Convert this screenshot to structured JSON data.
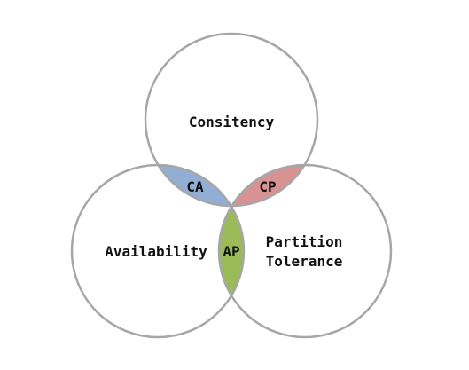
{
  "diagram": {
    "circles": {
      "consistency": {
        "label": "Consitency"
      },
      "availability": {
        "label": "Availability"
      },
      "partition_tolerance": {
        "label_line1": "Partition",
        "label_line2": "Tolerance"
      }
    },
    "overlaps": {
      "ca": {
        "label": "CA",
        "color": "#93aed5"
      },
      "cp": {
        "label": "CP",
        "color": "#d99294"
      },
      "ap": {
        "label": "AP",
        "color": "#9bbb59"
      }
    },
    "outline_color": "#a6a6a6"
  }
}
